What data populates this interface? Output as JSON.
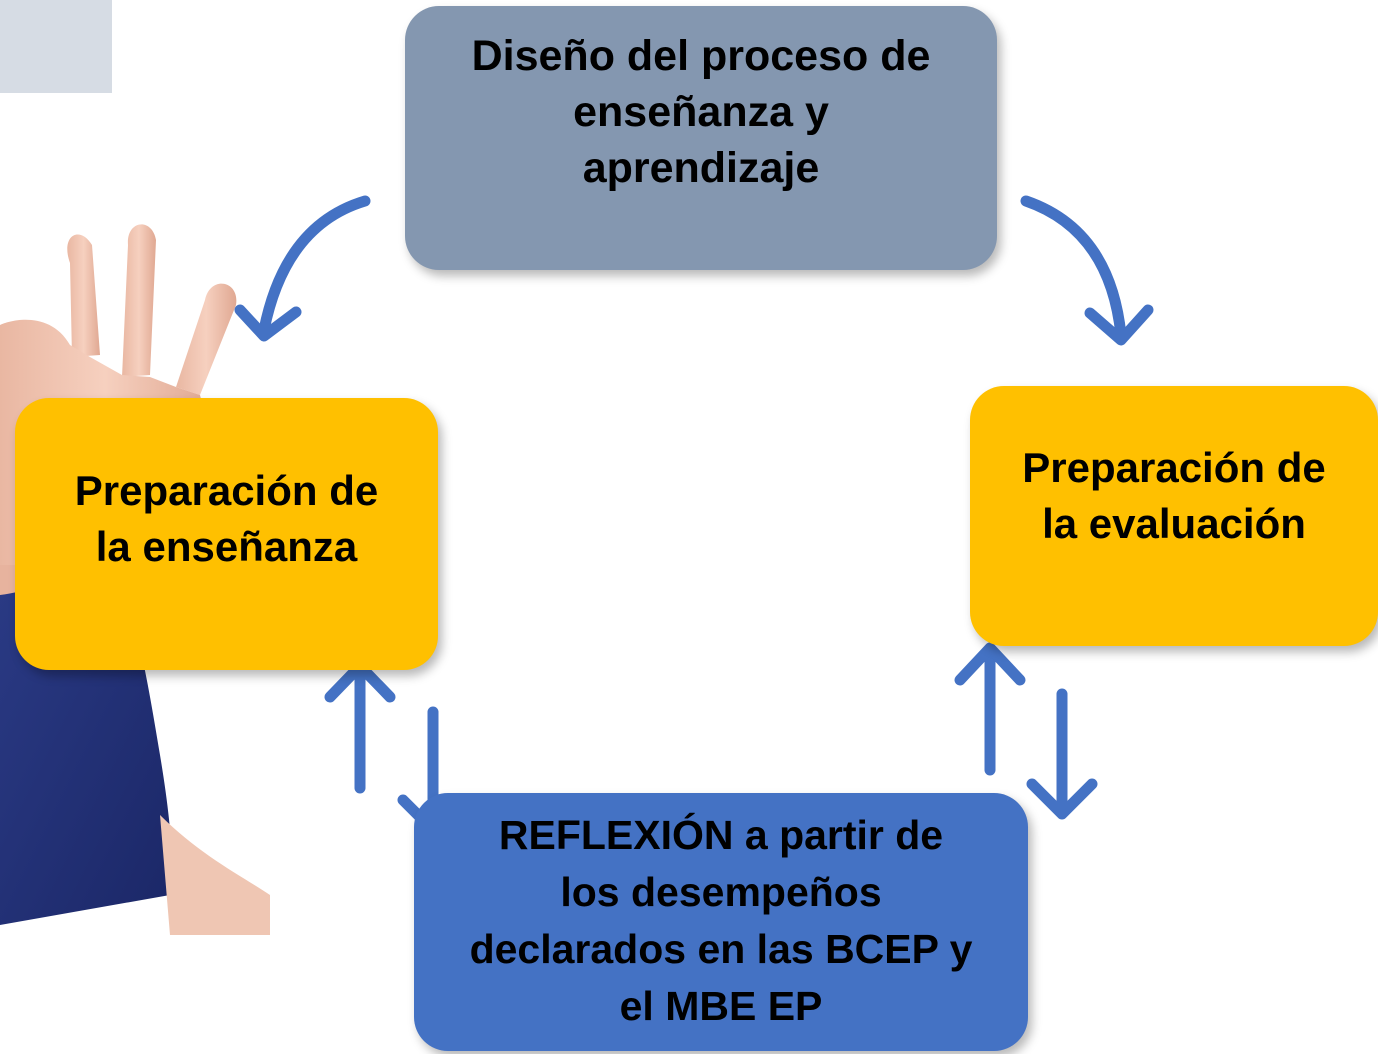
{
  "diagram": {
    "design_box": {
      "text": "Diseño del proceso de\nenseñanza y\naprendizaje"
    },
    "teaching_box": {
      "text": "Preparación de\nla enseñanza"
    },
    "evaluation_box": {
      "text": "Preparación  de\nla evaluación"
    },
    "reflection_box": {
      "text": "REFLEXIÓN a partir de\nlos desempeños\ndeclarados en las BCEP y\nel MBE EP"
    }
  },
  "colors": {
    "design_box": "#8497b0",
    "preparation_boxes": "#ffc000",
    "reflection_box": "#4472c4",
    "arrows": "#4472c4"
  },
  "icons": {
    "photo": "raised-hand-photo"
  }
}
